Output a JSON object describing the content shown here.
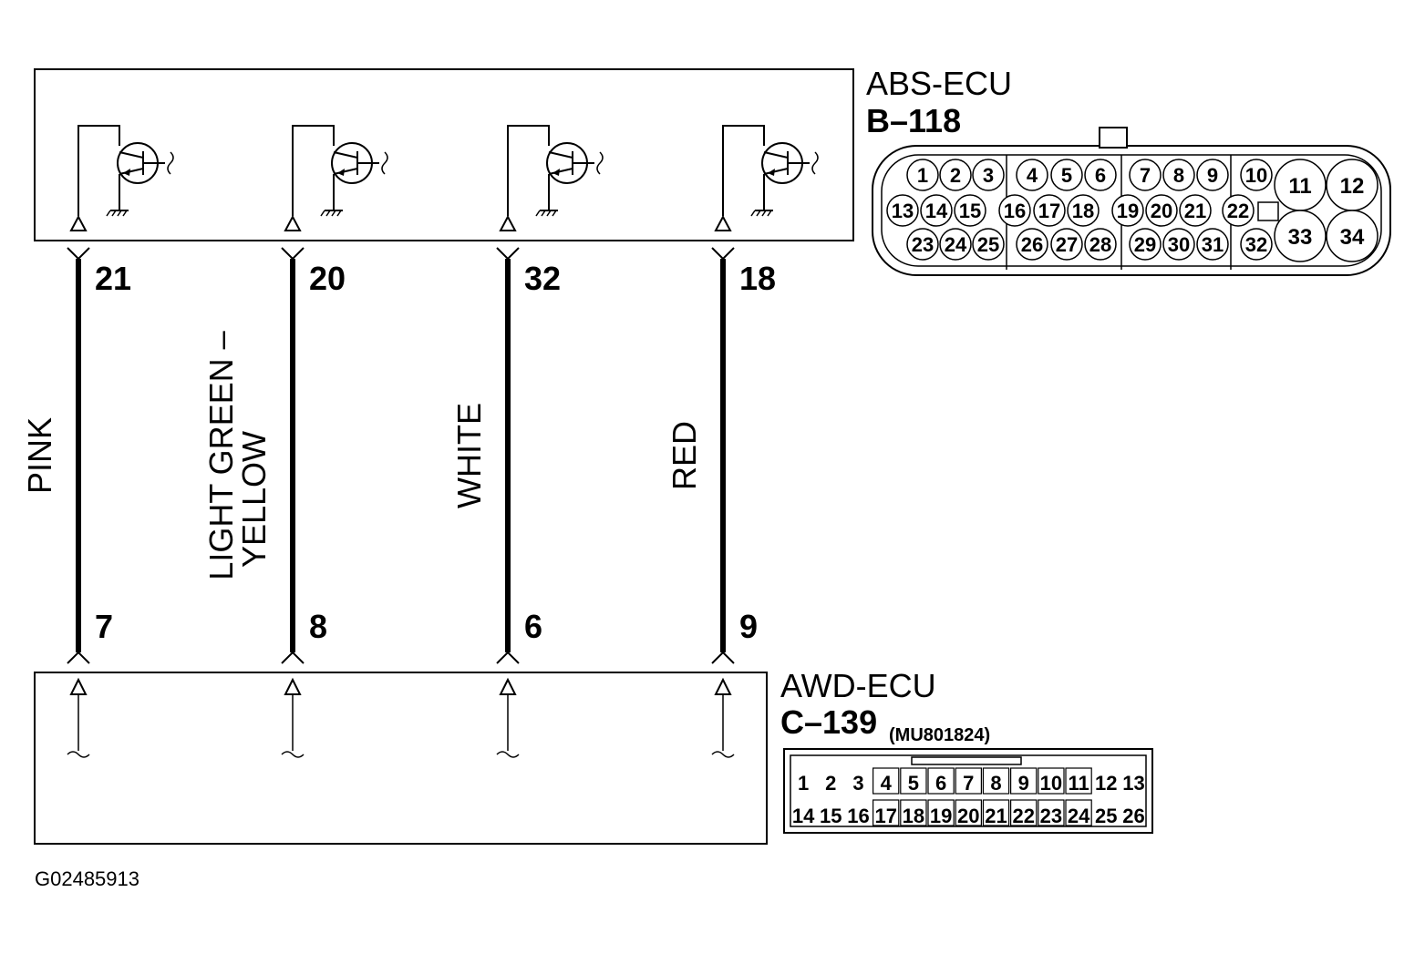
{
  "ecu_top": {
    "name": "ABS-ECU",
    "connector": "B–118",
    "connector_pins": {
      "top_row": [
        "1",
        "2",
        "3",
        "4",
        "5",
        "6",
        "7",
        "8",
        "9",
        "10"
      ],
      "mid_row": [
        "13",
        "14",
        "15",
        "16",
        "17",
        "18",
        "19",
        "20",
        "21",
        "22"
      ],
      "bot_row": [
        "23",
        "24",
        "25",
        "26",
        "27",
        "28",
        "29",
        "30",
        "31",
        "32"
      ],
      "large": [
        "11",
        "12",
        "33",
        "34"
      ]
    }
  },
  "ecu_bottom": {
    "name": "AWD-ECU",
    "connector": "C–139",
    "part_number": "(MU801824)",
    "connector_pins": {
      "row1": [
        "1",
        "2",
        "3",
        "4",
        "5",
        "6",
        "7",
        "8",
        "9",
        "10",
        "11",
        "12",
        "13"
      ],
      "row2": [
        "14",
        "15",
        "16",
        "17",
        "18",
        "19",
        "20",
        "21",
        "22",
        "23",
        "24",
        "25",
        "26"
      ]
    }
  },
  "wires": [
    {
      "color_line1": "PINK",
      "color_line2": "",
      "top_pin": "21",
      "bottom_pin": "7"
    },
    {
      "color_line1": "LIGHT GREEN –",
      "color_line2": "YELLOW",
      "top_pin": "20",
      "bottom_pin": "8"
    },
    {
      "color_line1": "WHITE",
      "color_line2": "",
      "top_pin": "32",
      "bottom_pin": "6"
    },
    {
      "color_line1": "RED",
      "color_line2": "",
      "top_pin": "18",
      "bottom_pin": "9"
    }
  ],
  "figure_id": "G02485913"
}
